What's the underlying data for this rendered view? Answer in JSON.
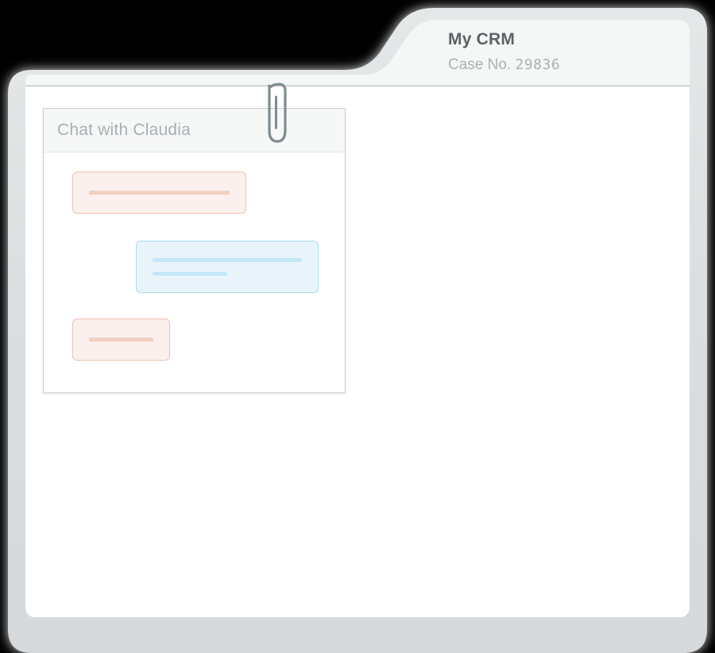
{
  "window": {
    "background_color": "#000000",
    "shell_color": "#d9dddf",
    "panel_color": "#ffffff",
    "header_color": "#f5f7f6",
    "divider_color": "#d0d4d5"
  },
  "header": {
    "app_title": "My CRM",
    "case_label": "Case No. ",
    "case_number": "29836",
    "title_color": "#5b6265",
    "case_color": "#aab1b4"
  },
  "attachment": {
    "icon": "paperclip-icon",
    "color": "#7e8c91"
  },
  "chat_card": {
    "title": "Chat with Claudia",
    "title_color": "#a8b0b3",
    "border_color": "#c9cdce",
    "header_background": "#f6f7f7",
    "messages": [
      {
        "id": "message-1",
        "direction": "incoming",
        "lines": [
          100
        ],
        "fill": "#fbf0ed",
        "border": "#eec3b3",
        "line_color": "#f2cfc3"
      },
      {
        "id": "message-2",
        "direction": "outgoing",
        "lines": [
          100,
          50
        ],
        "fill": "#e9f4fa",
        "border": "#a9dcef",
        "line_color": "#c3e7f6"
      },
      {
        "id": "message-3",
        "direction": "incoming",
        "lines": [
          100
        ],
        "fill": "#fbf0ed",
        "border": "#eec3b3",
        "line_color": "#f2cfc3"
      }
    ]
  }
}
